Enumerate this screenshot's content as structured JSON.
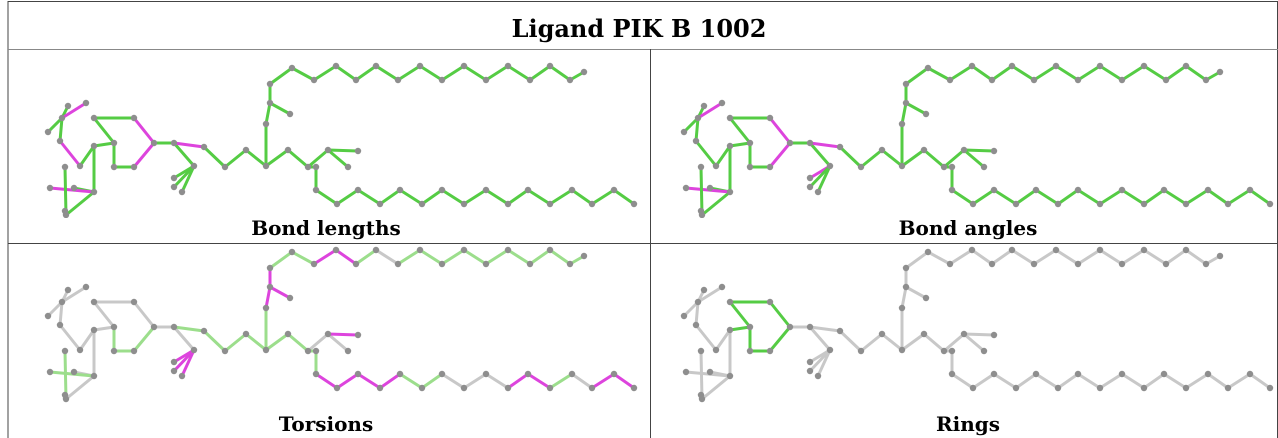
{
  "title": "Ligand PIK B 1002",
  "panels": [
    {
      "caption": "Bond lengths",
      "highlight_bonds": [
        2,
        4,
        9,
        10,
        16,
        24
      ]
    },
    {
      "caption": "Bond angles",
      "highlight_bonds": [
        2,
        9,
        10,
        16,
        21,
        24
      ]
    },
    {
      "caption": "Torsions",
      "highlight_bonds": [
        21,
        22,
        23,
        33,
        34,
        35,
        36,
        39,
        40,
        41,
        42,
        48,
        49,
        52,
        53,
        56,
        57
      ],
      "gray_bonds": [
        0,
        1,
        2,
        3,
        4,
        5,
        6,
        7,
        8,
        9,
        13,
        14,
        15,
        18,
        19,
        20,
        31,
        32,
        45,
        46,
        47,
        51,
        59
      ],
      "base": "#9cde8c"
    },
    {
      "caption": "Rings",
      "ring_only": true
    }
  ],
  "colors": {
    "ok_bond": "#55cc44",
    "flag_bond": "#dd44dd",
    "neutral_bond": "#c8c8c8",
    "atom": "#8e8e8e",
    "border": "#444444"
  }
}
